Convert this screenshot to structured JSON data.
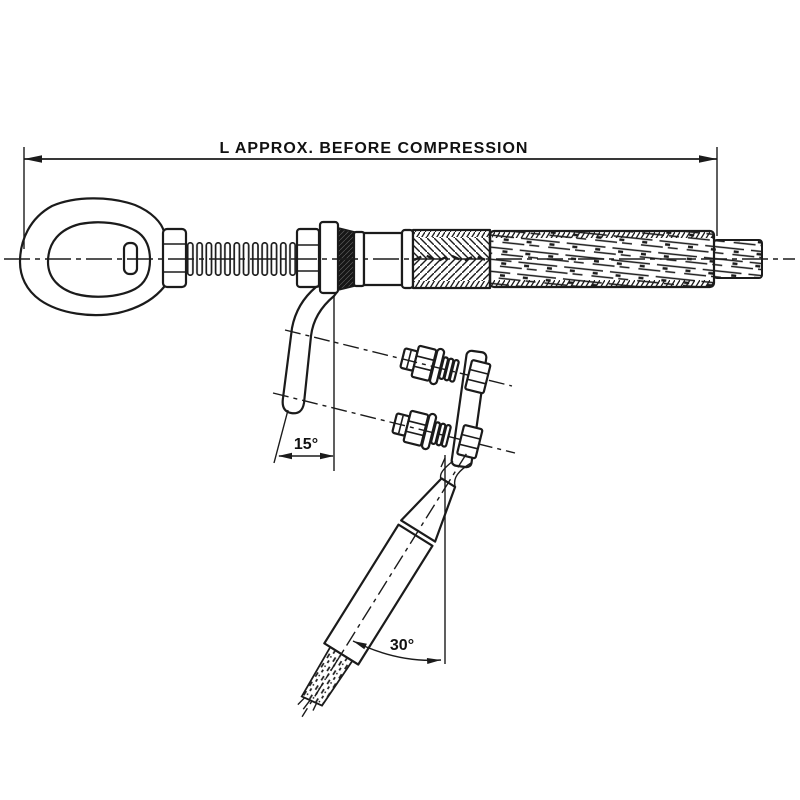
{
  "colors": {
    "background": "#ffffff",
    "ink": "#1b1b1b"
  },
  "labels": {
    "length_dimension": "L APPROX. BEFORE COMPRESSION",
    "strap_angle": "15°",
    "jumper_angle": "30°"
  }
}
